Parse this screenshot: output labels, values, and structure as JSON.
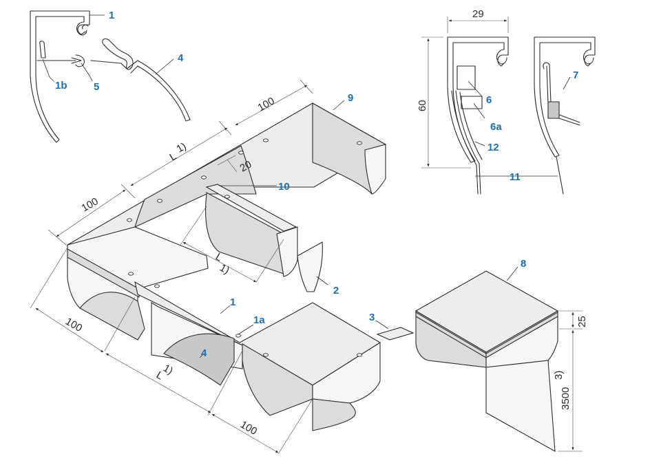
{
  "callout_color": "#1a6fb5",
  "line_color": "#2b2b2b",
  "callouts": {
    "c1_top": "1",
    "c1b": "1b",
    "c4_top": "4",
    "c5": "5",
    "c6": "6",
    "c6a": "6a",
    "c7": "7",
    "c8": "8",
    "c9": "9",
    "c10": "10",
    "c11": "11",
    "c12": "12",
    "c2": "2",
    "c3": "3",
    "c1_main": "1",
    "c1a": "1a",
    "c4_main": "4"
  },
  "dimensions": {
    "d29": "29",
    "d60": "60",
    "d100_top_right": "100",
    "d100_top_left": "100",
    "dL_top": "L",
    "dL_top_sup": "1)",
    "d20": "20",
    "dL_inner": "L",
    "dL_inner_sup": "1)",
    "d100_left": "100",
    "dL_bottom": "L",
    "dL_bottom_sup": "1)",
    "d100_bottom_right": "100",
    "d25": "25",
    "d3500": "3500",
    "d3500_sup": "3)"
  }
}
